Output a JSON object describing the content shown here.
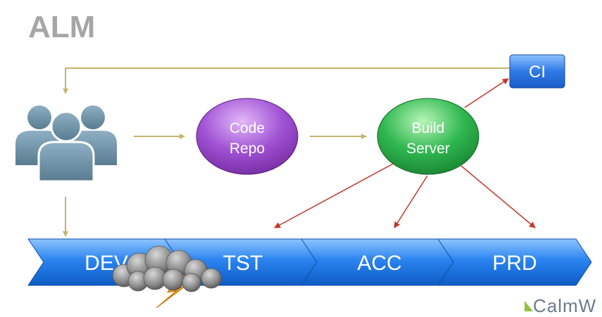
{
  "title": "ALM",
  "nodes": {
    "code_repo": [
      "Code",
      "Repo"
    ],
    "build_server": [
      "Build",
      "Server"
    ],
    "ci": "CI"
  },
  "stages": [
    "DEV",
    "TST",
    "ACC",
    "PRD"
  ],
  "brand": "CalmW",
  "icons": {
    "team": "team-people-icon",
    "storm": "storm-cloud-icon"
  },
  "colors": {
    "title": "#a6a6a6",
    "stage_blue": "#1a73e0",
    "code_repo": "#8e3fbf",
    "build_server": "#1e9a3b",
    "ci": "#1f66d6",
    "arrow_gold": "#c7b46a",
    "arrow_red": "#c0392b",
    "people": "#6c8fa3"
  }
}
